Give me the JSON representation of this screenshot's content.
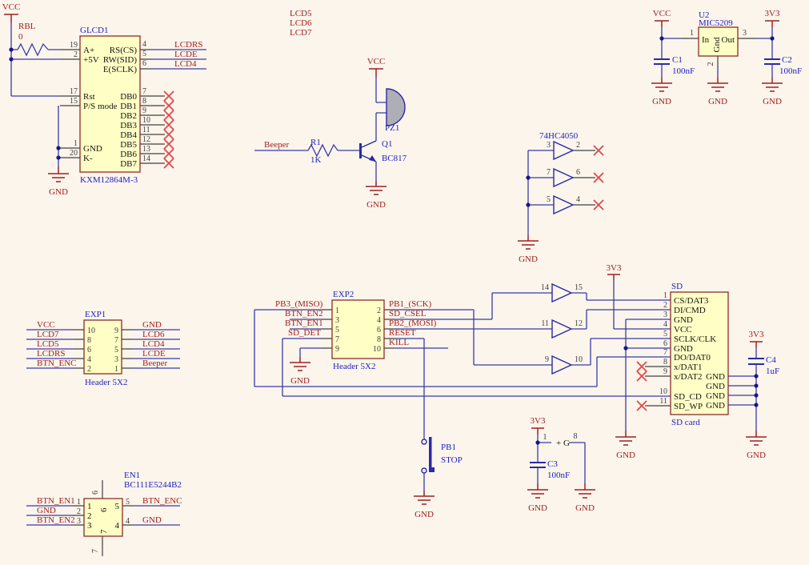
{
  "colors": {
    "background": "#fbf5ec",
    "wire_blue": "#3a3aa6",
    "component_fill": "#ffffc5",
    "component_border": "#8b2b2b",
    "net_label_red": "#a02020",
    "designator_blue": "#2121be",
    "no_connect_red": "#e04848"
  },
  "power": {
    "vcc": "VCC",
    "gnd": "GND",
    "v33": "3V3"
  },
  "glcd": {
    "designator": "GLCD1",
    "value": "KXM12864M-3",
    "rbl": {
      "designator": "RBL",
      "value": "0"
    },
    "pins_left": [
      {
        "n": "19",
        "name": "A+"
      },
      {
        "n": "2",
        "name": "+5V"
      },
      {
        "n": "17",
        "name": "Rst"
      },
      {
        "n": "15",
        "name": "P/S mode"
      },
      {
        "n": "1",
        "name": "GND"
      },
      {
        "n": "20",
        "name": "K-"
      }
    ],
    "pins_right_top": [
      {
        "n": "4",
        "name": "RS(CS)",
        "net": "LCDRS"
      },
      {
        "n": "5",
        "name": "RW(SID)",
        "net": "LCDE"
      },
      {
        "n": "6",
        "name": "E(SCLK)",
        "net": "LCD4"
      }
    ],
    "pins_db": [
      {
        "n": "7",
        "name": "DB0"
      },
      {
        "n": "8",
        "name": "DB1"
      },
      {
        "n": "9",
        "name": "DB2"
      },
      {
        "n": "10",
        "name": "DB3"
      },
      {
        "n": "11",
        "name": "DB4"
      },
      {
        "n": "12",
        "name": "DB5"
      },
      {
        "n": "13",
        "name": "DB6"
      },
      {
        "n": "14",
        "name": "DB7"
      }
    ]
  },
  "floating": {
    "l1": "LCD5",
    "l2": "LCD6",
    "l3": "LCD7"
  },
  "beeper": {
    "net": "Beeper",
    "r_des": "R1",
    "r_val": "1K",
    "q_des": "Q1",
    "q_val": "BC817",
    "pz_des": "PZ1"
  },
  "hex": {
    "designator": "74HC4050",
    "top": [
      {
        "i": "3",
        "o": "2"
      },
      {
        "i": "7",
        "o": "6"
      },
      {
        "i": "5",
        "o": "4"
      }
    ],
    "mid": [
      {
        "i": "14",
        "o": "15"
      },
      {
        "i": "11",
        "o": "12"
      },
      {
        "i": "9",
        "o": "10"
      }
    ],
    "pwr": {
      "n1": "1",
      "plus": "+",
      "g": "G",
      "n8": "8"
    }
  },
  "u2": {
    "designator": "U2",
    "value": "MIC5209",
    "p1": "1",
    "p2": "2",
    "p3": "3",
    "pin_in": "In",
    "pin_out": "Out",
    "pin_gnd": "Gnd"
  },
  "caps": {
    "c1_des": "C1",
    "c1_val": "100nF",
    "c2_des": "C2",
    "c2_val": "100nF",
    "c3_des": "C3",
    "c3_val": "100nF",
    "c4_des": "C4",
    "c4_val": "1uF"
  },
  "exp1": {
    "designator": "EXP1",
    "value": "Header 5X2",
    "rows": [
      {
        "ln": "10",
        "rn": "9",
        "lnet": "VCC",
        "rnet": "GND"
      },
      {
        "ln": "8",
        "rn": "7",
        "lnet": "LCD7",
        "rnet": "LCD6"
      },
      {
        "ln": "6",
        "rn": "5",
        "lnet": "LCD5",
        "rnet": "LCD4"
      },
      {
        "ln": "4",
        "rn": "3",
        "lnet": "LCDRS",
        "rnet": "LCDE"
      },
      {
        "ln": "2",
        "rn": "1",
        "lnet": "BTN_ENC",
        "rnet": "Beeper"
      }
    ]
  },
  "exp2": {
    "designator": "EXP2",
    "value": "Header 5X2",
    "rows": [
      {
        "ln": "1",
        "rn": "2",
        "lnet": "PB3_(MISO)",
        "rnet": "PB1_(SCK)"
      },
      {
        "ln": "3",
        "rn": "4",
        "lnet": "BTN_EN2",
        "rnet": "SD_CSEL"
      },
      {
        "ln": "5",
        "rn": "6",
        "lnet": "BTN_EN1",
        "rnet": "PB2_(MOSI)"
      },
      {
        "ln": "7",
        "rn": "8",
        "lnet": "SD_DET",
        "rnet": "RESET"
      },
      {
        "ln": "9",
        "rn": "10",
        "rnet": "KILL"
      }
    ]
  },
  "sd": {
    "designator": "SD",
    "value": "SD card",
    "gnd_right": "GND",
    "pins": [
      {
        "n": "1",
        "name": "CS/DAT3"
      },
      {
        "n": "2",
        "name": "DI/CMD"
      },
      {
        "n": "3",
        "name": "GND"
      },
      {
        "n": "4",
        "name": "VCC"
      },
      {
        "n": "5",
        "name": "SCLK/CLK"
      },
      {
        "n": "6",
        "name": "GND"
      },
      {
        "n": "7",
        "name": "DO/DAT0"
      },
      {
        "n": "8",
        "name": "x/DAT1"
      },
      {
        "n": "9",
        "name": "x/DAT2"
      },
      {
        "n": "10",
        "name": "SD_CD"
      },
      {
        "n": "11",
        "name": "SD_WP"
      }
    ]
  },
  "pb1": {
    "designator": "PB1",
    "value": "STOP"
  },
  "en1": {
    "designator": "EN1",
    "value": "BC111E5244B2",
    "p6": "6",
    "p7": "7",
    "p5": "5",
    "p4": "4",
    "net5": "BTN_ENC",
    "net4": "GND",
    "rows_left": [
      {
        "n": "1",
        "net": "BTN_EN1"
      },
      {
        "n": "2",
        "net": "GND"
      },
      {
        "n": "3",
        "net": "BTN_EN2"
      }
    ]
  }
}
